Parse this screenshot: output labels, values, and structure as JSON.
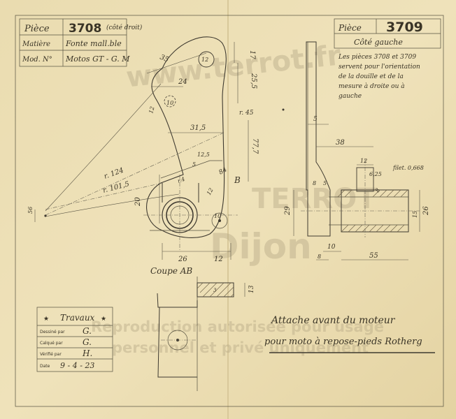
{
  "title_left": {
    "piece_label": "Pièce",
    "piece_number": "3708",
    "side": "(côté droit)",
    "material_label": "Matière",
    "material_value": "Fonte mall.ble",
    "model_label": "Mod. N°",
    "model_value": "Motos GT - G. M"
  },
  "title_right": {
    "piece_label": "Pièce",
    "piece_number": "3709",
    "side": "Côté gauche",
    "note1": "Les pièces 3708 et 3709",
    "note2": "servent pour l'orientation",
    "note3": "de la douille et de la",
    "note4": "mesure à droite ou à",
    "note5": "gauche"
  },
  "dims": {
    "d35": "35",
    "d12a": "12",
    "d17": "17",
    "d24": "24",
    "d25_5": "25,5",
    "d12b": "12",
    "d10a": "10",
    "r45": "r. 45",
    "d31_5": "31,5",
    "d77": "77,7",
    "d12_5": "12,5",
    "d5": "5",
    "d84": "84",
    "section_point": "B",
    "r4": "r.4",
    "r124": "r. 124",
    "r101_5": "r. 101,5",
    "d20": "20",
    "d56": "56",
    "d12c": "12",
    "d10b": "10",
    "d26": "26",
    "d12d": "12"
  },
  "right_dims": {
    "d5": "5",
    "d38": "38",
    "d12": "12",
    "d6_25": "6,25",
    "thread": "filet. 0,668",
    "d8a": "8",
    "d5b": "5",
    "d8b": "8",
    "d29": "29",
    "d15": "15",
    "d26": "26",
    "d10": "10",
    "d8c": "8",
    "d55": "55"
  },
  "section": {
    "label": "Coupe AB",
    "d3": "3",
    "d13": "13"
  },
  "description": {
    "line1": "Attache avant du moteur",
    "line2": "pour moto à repose-pieds Rotherg"
  },
  "travaux": {
    "title": "Travaux",
    "star": "★",
    "rows": [
      {
        "label": "Dessiné par",
        "value": "G."
      },
      {
        "label": "Calqué par",
        "value": "G."
      },
      {
        "label": "Vérifié par",
        "value": "H."
      },
      {
        "label": "Date",
        "value": "9 - 4 - 23"
      }
    ]
  },
  "watermark": {
    "site": "www.terrot.fr",
    "brand": "TERROT",
    "city": "Dijon",
    "line1": "Reproduction autorisée pour usage",
    "line2": "personnel et privé uniquement"
  }
}
